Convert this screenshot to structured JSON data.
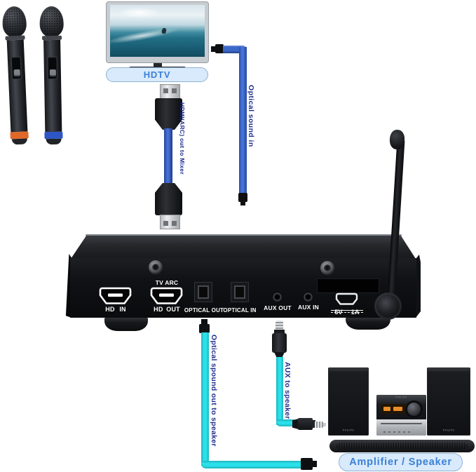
{
  "tv": {
    "label": "HDTV"
  },
  "amplifier": {
    "label": "Amplifier / Speaker",
    "brand": "PHILIPS"
  },
  "cables": {
    "hdmi_arc_label": "HDMI(ARC) out to Mixer",
    "optical_in_label": "Optical sound in",
    "optical_out_label": "Optical spound out to speaker",
    "aux_label": "AUX to speaker"
  },
  "receiver": {
    "labels": {
      "tv_arc": "TV ARC",
      "hd_in": "HD IN",
      "hd_out": "HD OUT",
      "optical_out": "OPTICAL OUT",
      "optical_in": "OPTICAL IN",
      "aux_out": "AUX OUT",
      "aux_in": "AUX IN",
      "power_prefix": "5V",
      "power_suffix": "1A"
    }
  },
  "colors": {
    "cable_blue": "#3a67ca",
    "cable_cyan": "#2ae0ea",
    "label_navy": "#202c8e",
    "mic_band_orange": "#e0682a",
    "mic_band_blue": "#2e56c6",
    "pill_bg": "#d8eafb",
    "pill_text": "#3b80d6"
  }
}
